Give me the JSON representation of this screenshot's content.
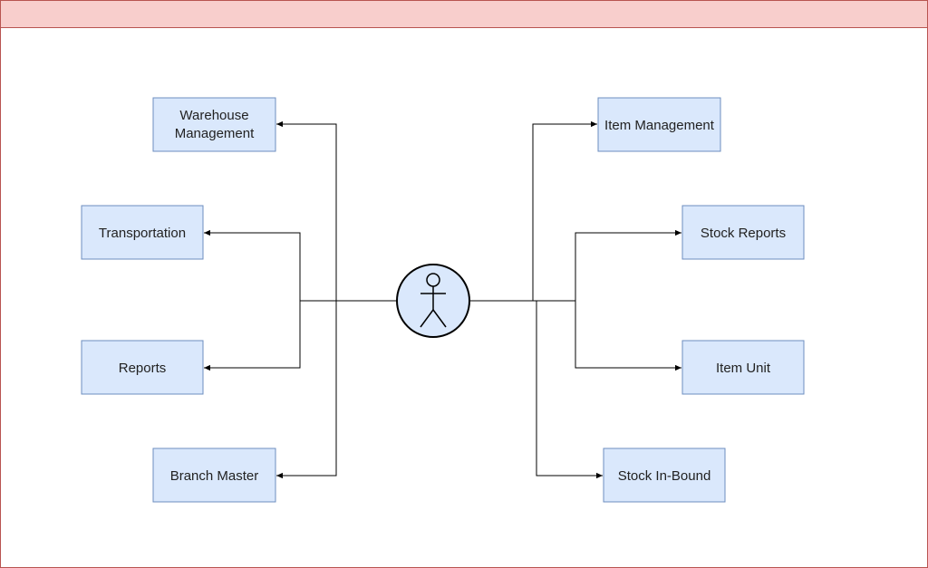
{
  "nodes": {
    "warehouse_management": [
      "Warehouse",
      "Management"
    ],
    "transportation": "Transportation",
    "reports": "Reports",
    "branch_master": "Branch Master",
    "item_management": "Item Management",
    "stock_reports": "Stock Reports",
    "item_unit": "Item Unit",
    "stock_in_bound": "Stock In-Bound"
  },
  "colors": {
    "header_fill": "#f8cecc",
    "header_stroke": "#b85450",
    "node_fill": "#dae8fc",
    "node_stroke": "#6c8ebf",
    "actor_fill": "#dae8fc",
    "edge": "#000000"
  },
  "icons": {
    "actor": "stick-figure-actor-icon"
  }
}
